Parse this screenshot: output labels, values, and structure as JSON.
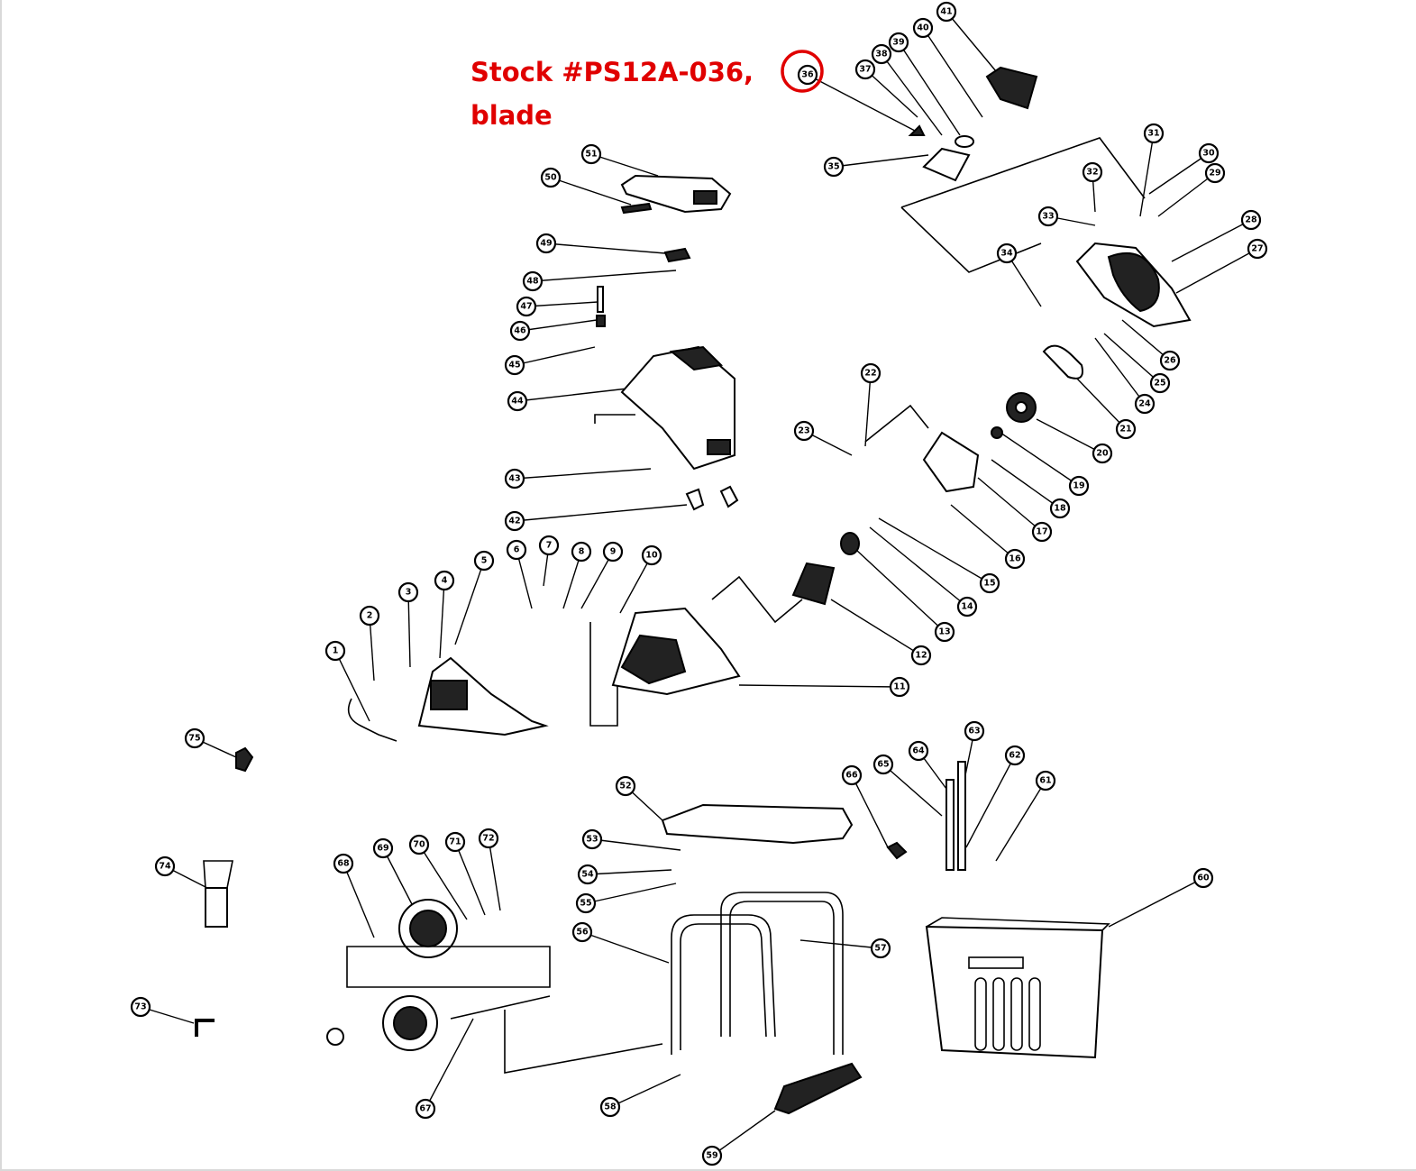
{
  "highlight": {
    "stock_line": "Stock #PS12A-036,",
    "desc_line": "blade",
    "part_number": "36",
    "color": "#e00000"
  },
  "parts": [
    "1",
    "2",
    "3",
    "4",
    "5",
    "6",
    "7",
    "8",
    "9",
    "10",
    "11",
    "12",
    "13",
    "14",
    "15",
    "16",
    "17",
    "18",
    "19",
    "20",
    "21",
    "22",
    "23",
    "24",
    "25",
    "26",
    "27",
    "28",
    "29",
    "30",
    "31",
    "32",
    "33",
    "34",
    "35",
    "36",
    "37",
    "38",
    "39",
    "40",
    "41",
    "42",
    "43",
    "44",
    "45",
    "46",
    "47",
    "48",
    "49",
    "50",
    "51",
    "52",
    "53",
    "54",
    "55",
    "56",
    "57",
    "58",
    "59",
    "60",
    "61",
    "62",
    "63",
    "64",
    "65",
    "66",
    "67",
    "68",
    "69",
    "70",
    "71",
    "72",
    "73",
    "74",
    "75"
  ]
}
